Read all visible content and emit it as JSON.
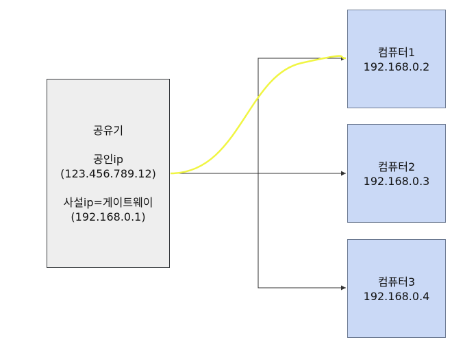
{
  "router": {
    "title": "공유기",
    "public_ip_label": "공인ip",
    "public_ip_value": "(123.456.789.12)",
    "private_ip_label": "사설ip=게이트웨이",
    "private_ip_value": "(192.168.0.1)"
  },
  "computers": [
    {
      "name": "컴퓨터1",
      "ip": "192.168.0.2"
    },
    {
      "name": "컴퓨터2",
      "ip": "192.168.0.3"
    },
    {
      "name": "컴퓨터3",
      "ip": "192.168.0.4"
    }
  ],
  "colors": {
    "router_fill": "#eeeeee",
    "computer_fill": "#cad9f6",
    "connector": "#333333",
    "highlight_route": "#f0f542"
  }
}
